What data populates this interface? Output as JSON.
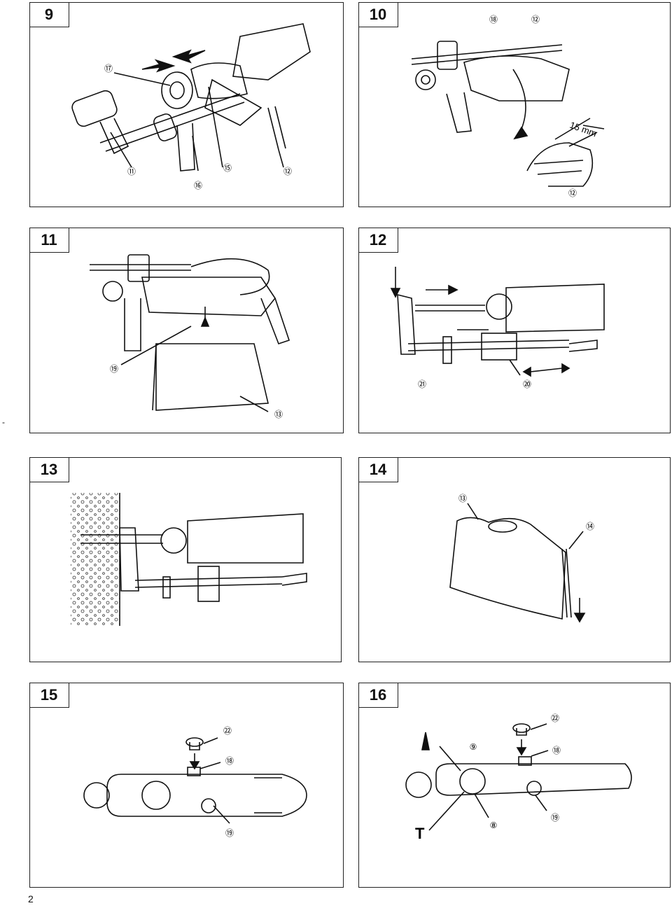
{
  "page_number": "2",
  "margin_mark": "-",
  "figures": [
    {
      "number": "9",
      "callouts": [
        "⑰",
        "⑪",
        "⑯",
        "⑮",
        "⑫"
      ]
    },
    {
      "number": "10",
      "callouts": [
        "⑱",
        "⑫",
        "⑫"
      ],
      "dimension": "15 mm"
    },
    {
      "number": "11",
      "callouts": [
        "⑲",
        "⑬"
      ]
    },
    {
      "number": "12",
      "callouts": [
        "㉑",
        "⑳"
      ]
    },
    {
      "number": "13",
      "callouts": []
    },
    {
      "number": "14",
      "callouts": [
        "⑬",
        "⑭"
      ]
    },
    {
      "number": "15",
      "callouts": [
        "㉒",
        "⑱",
        "⑲"
      ]
    },
    {
      "number": "16",
      "callouts": [
        "⑨",
        "㉒",
        "⑱",
        "⑧",
        "⑲"
      ],
      "symbol_label": "T"
    }
  ]
}
